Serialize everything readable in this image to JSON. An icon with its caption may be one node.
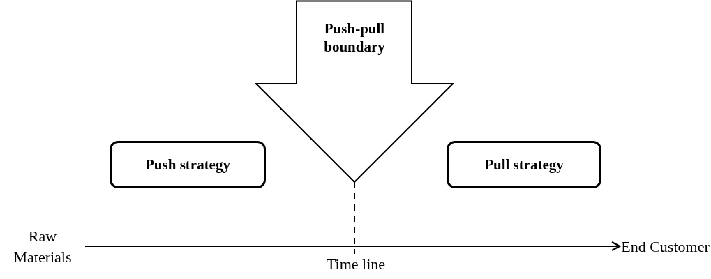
{
  "diagram": {
    "nodes": [
      {
        "text": [
          "Push-pull boundary"
        ]
      },
      {
        "text": [
          "Push strategy"
        ]
      },
      {
        "text": [
          "Pull strategy"
        ]
      },
      {
        "text": [
          "Raw Materials"
        ]
      },
      {
        "text": [
          "End Customer"
        ]
      },
      {
        "text": [
          "Time line"
        ]
      }
    ],
    "edges": [
      {
        "from": 3,
        "to": 4,
        "arrow": "to"
      },
      {
        "from": 0,
        "to": 5,
        "arrow": "none",
        "style": "dashed"
      }
    ]
  }
}
